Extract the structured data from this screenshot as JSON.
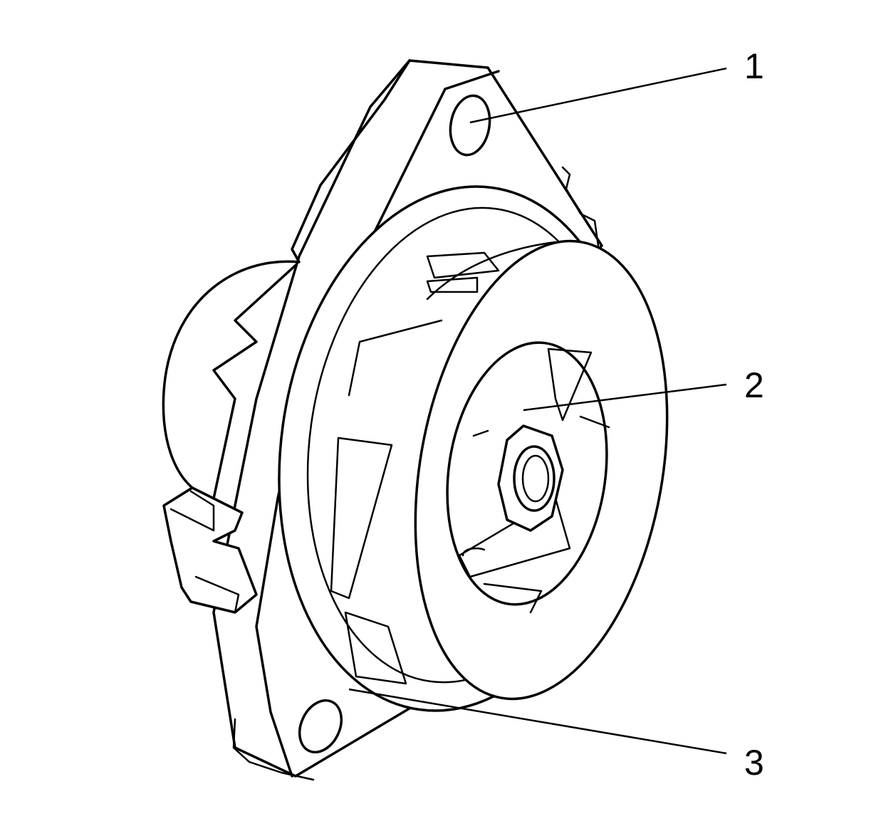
{
  "diagram": {
    "subject": "mount",
    "callouts": [
      {
        "id": "1",
        "label": "1"
      },
      {
        "id": "2",
        "label": "2"
      },
      {
        "id": "3",
        "label": "3"
      }
    ],
    "colors": {
      "ink": "#000000",
      "background": "#ffffff"
    }
  }
}
